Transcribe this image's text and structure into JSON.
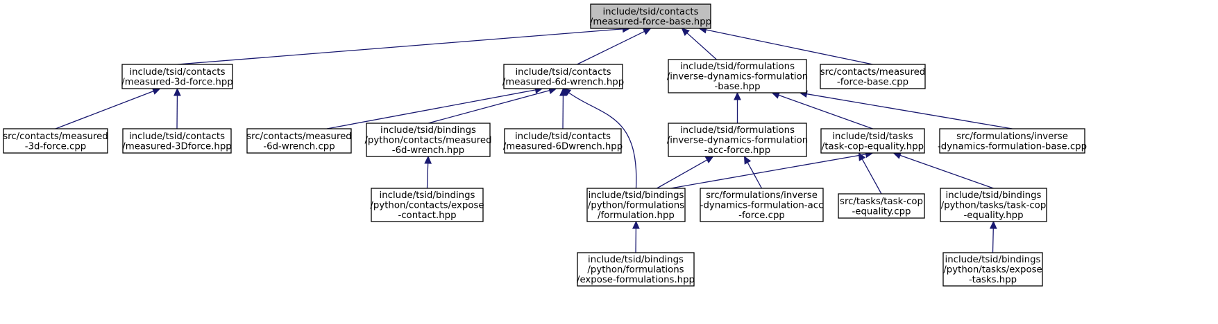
{
  "graph": {
    "colors": {
      "edge": "#191970",
      "root_fill": "#bfbfbf",
      "node_fill": "#ffffff",
      "border": "#000000"
    },
    "nodes": [
      {
        "id": "n0",
        "lines": [
          "include/tsid/contacts",
          "/measured-force-base.hpp"
        ],
        "root": true
      },
      {
        "id": "n1",
        "lines": [
          "include/tsid/contacts",
          "/measured-3d-force.hpp"
        ]
      },
      {
        "id": "n2",
        "lines": [
          "include/tsid/contacts",
          "/measured-6d-wrench.hpp"
        ]
      },
      {
        "id": "n3",
        "lines": [
          "include/tsid/formulations",
          "/inverse-dynamics-formulation",
          "-base.hpp"
        ]
      },
      {
        "id": "n4",
        "lines": [
          "src/contacts/measured",
          "-force-base.cpp"
        ]
      },
      {
        "id": "n5",
        "lines": [
          "src/contacts/measured",
          "-3d-force.cpp"
        ]
      },
      {
        "id": "n6",
        "lines": [
          "include/tsid/contacts",
          "/measured-3Dforce.hpp"
        ]
      },
      {
        "id": "n7",
        "lines": [
          "src/contacts/measured",
          "-6d-wrench.cpp"
        ]
      },
      {
        "id": "n8",
        "lines": [
          "include/tsid/bindings",
          "/python/contacts/measured",
          "-6d-wrench.hpp"
        ]
      },
      {
        "id": "n9",
        "lines": [
          "include/tsid/contacts",
          "/measured-6Dwrench.hpp"
        ]
      },
      {
        "id": "n10",
        "lines": [
          "include/tsid/formulations",
          "/inverse-dynamics-formulation",
          "-acc-force.hpp"
        ]
      },
      {
        "id": "n11",
        "lines": [
          "include/tsid/tasks",
          "/task-cop-equality.hpp"
        ]
      },
      {
        "id": "n12",
        "lines": [
          "src/formulations/inverse",
          "-dynamics-formulation-base.cpp"
        ]
      },
      {
        "id": "n13",
        "lines": [
          "include/tsid/bindings",
          "/python/contacts/expose",
          "-contact.hpp"
        ]
      },
      {
        "id": "n14",
        "lines": [
          "include/tsid/bindings",
          "/python/formulations",
          "/formulation.hpp"
        ]
      },
      {
        "id": "n15",
        "lines": [
          "src/formulations/inverse",
          "-dynamics-formulation-acc",
          "-force.cpp"
        ]
      },
      {
        "id": "n16",
        "lines": [
          "src/tasks/task-cop",
          "-equality.cpp"
        ]
      },
      {
        "id": "n17",
        "lines": [
          "include/tsid/bindings",
          "/python/tasks/task-cop",
          "-equality.hpp"
        ]
      },
      {
        "id": "n18",
        "lines": [
          "include/tsid/bindings",
          "/python/formulations",
          "/expose-formulations.hpp"
        ]
      },
      {
        "id": "n19",
        "lines": [
          "include/tsid/bindings",
          "/python/tasks/expose",
          "-tasks.hpp"
        ]
      }
    ],
    "edges": [
      {
        "from": "n1",
        "to": "n0"
      },
      {
        "from": "n2",
        "to": "n0"
      },
      {
        "from": "n3",
        "to": "n0"
      },
      {
        "from": "n4",
        "to": "n0"
      },
      {
        "from": "n5",
        "to": "n1"
      },
      {
        "from": "n6",
        "to": "n1"
      },
      {
        "from": "n7",
        "to": "n2"
      },
      {
        "from": "n8",
        "to": "n2"
      },
      {
        "from": "n9",
        "to": "n2"
      },
      {
        "from": "n14",
        "to": "n2"
      },
      {
        "from": "n10",
        "to": "n3"
      },
      {
        "from": "n11",
        "to": "n3"
      },
      {
        "from": "n12",
        "to": "n3"
      },
      {
        "from": "n13",
        "to": "n8"
      },
      {
        "from": "n14",
        "to": "n10"
      },
      {
        "from": "n15",
        "to": "n10"
      },
      {
        "from": "n14",
        "to": "n11"
      },
      {
        "from": "n16",
        "to": "n11"
      },
      {
        "from": "n17",
        "to": "n11"
      },
      {
        "from": "n18",
        "to": "n14"
      },
      {
        "from": "n19",
        "to": "n17"
      }
    ]
  }
}
